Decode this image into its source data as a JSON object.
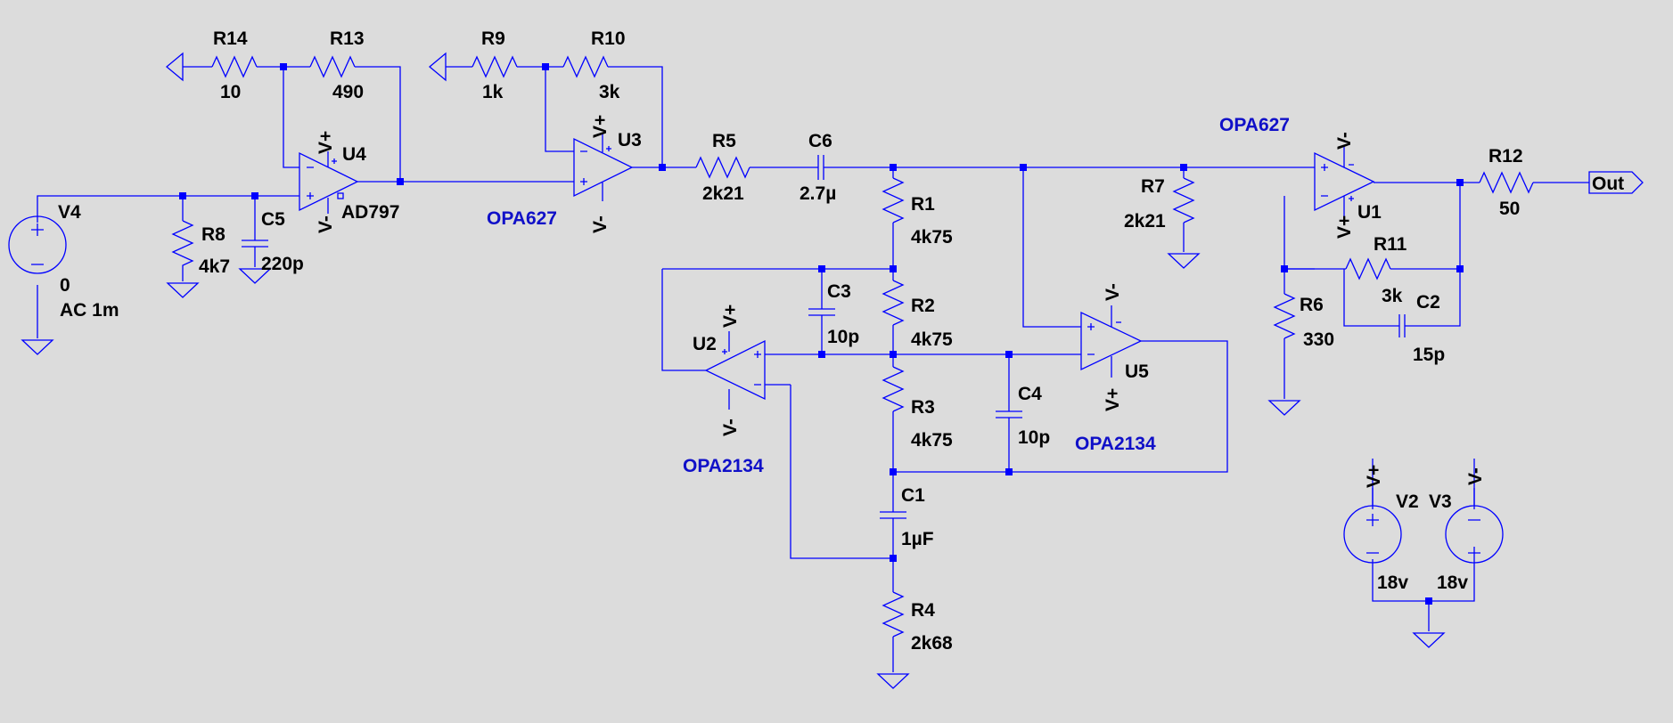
{
  "schematic": {
    "components": [
      {
        "ref": "R14",
        "value": "10"
      },
      {
        "ref": "R13",
        "value": "490"
      },
      {
        "ref": "R9",
        "value": "1k"
      },
      {
        "ref": "R10",
        "value": "3k"
      },
      {
        "ref": "R5",
        "value": "2k21"
      },
      {
        "ref": "C6",
        "value": "2.7µ"
      },
      {
        "ref": "R8",
        "value": "4k7"
      },
      {
        "ref": "C5",
        "value": "220p"
      },
      {
        "ref": "R1",
        "value": "4k75"
      },
      {
        "ref": "R2",
        "value": "4k75"
      },
      {
        "ref": "R3",
        "value": "4k75"
      },
      {
        "ref": "C3",
        "value": "10p"
      },
      {
        "ref": "C4",
        "value": "10p"
      },
      {
        "ref": "C1",
        "value": "1µF"
      },
      {
        "ref": "R4",
        "value": "2k68"
      },
      {
        "ref": "R7",
        "value": "2k21"
      },
      {
        "ref": "R12",
        "value": "50"
      },
      {
        "ref": "R11",
        "value": "3k"
      },
      {
        "ref": "C2",
        "value": "15p"
      },
      {
        "ref": "R6",
        "value": "330"
      }
    ],
    "opamps": {
      "U4": {
        "ref": "U4",
        "model": "AD797"
      },
      "U3": {
        "ref": "U3",
        "model": "OPA627"
      },
      "U2": {
        "ref": "U2",
        "model": "OPA2134"
      },
      "U5": {
        "ref": "U5",
        "model": "OPA2134"
      },
      "U1": {
        "ref": "U1",
        "model": "OPA627"
      }
    },
    "sources": {
      "V4": {
        "ref": "V4",
        "line1": "0",
        "line2": "AC 1m"
      },
      "V2": {
        "ref": "V2",
        "value": "18v"
      },
      "V3": {
        "ref": "V3",
        "value": "18v"
      }
    },
    "nets": {
      "vplus": "V+",
      "vminus": "V-",
      "out": "Out"
    },
    "colors": {
      "background": "#dcdcdc",
      "wire": "#0000ff",
      "model": "#1010c8"
    }
  }
}
